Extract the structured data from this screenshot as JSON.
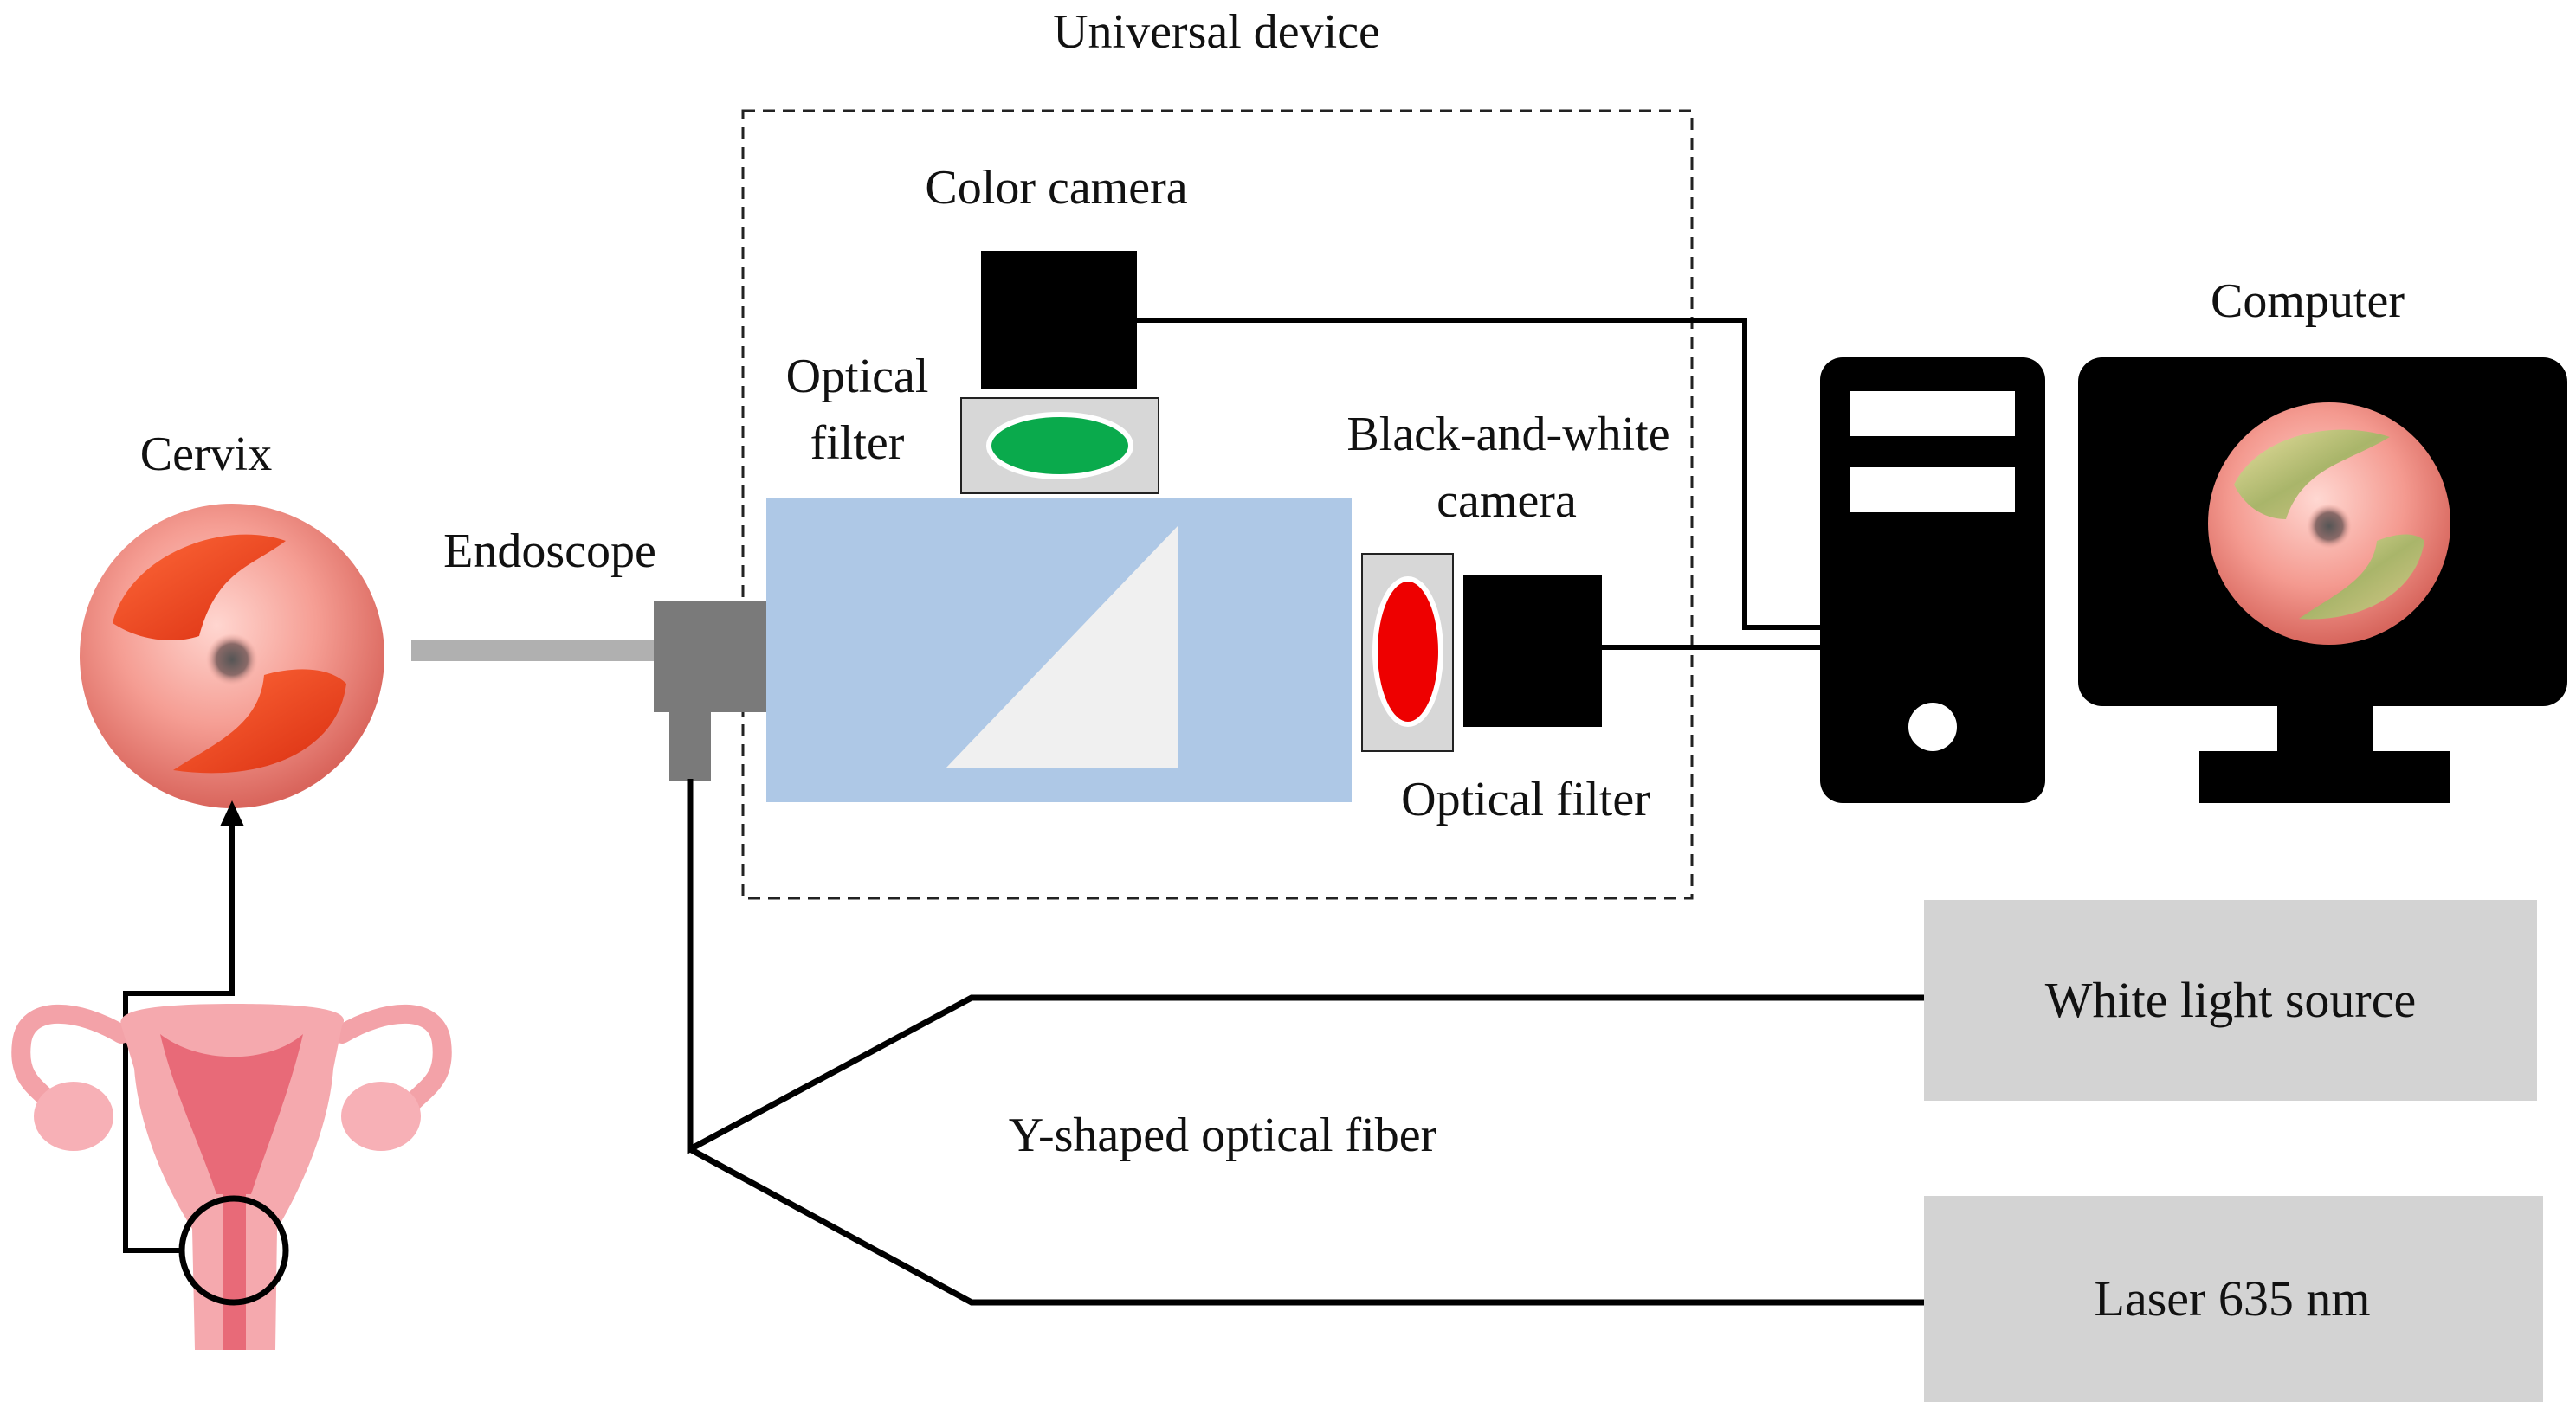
{
  "labels": {
    "universal_device": "Universal device",
    "color_camera": "Color camera",
    "optical_filter_top_line1": "Optical",
    "optical_filter_top_line2": "filter",
    "bw_camera_line1": "Black-and-white",
    "bw_camera_line2": "camera",
    "optical_filter_right": "Optical filter",
    "cervix": "Cervix",
    "endoscope": "Endoscope",
    "computer": "Computer",
    "y_fiber": "Y-shaped optical fiber"
  },
  "sources": {
    "white_light": "White light source",
    "laser": "Laser 635 nm"
  },
  "colors": {
    "beam_splitter": "#aec8e6",
    "green_filter": "#0aaa4c",
    "red_filter": "#ee0000",
    "filter_holder": "#d7d7d7",
    "source_box": "#d3d3d3",
    "cervix_pink": "#f29a92",
    "cervix_lesion": "#e33b1a",
    "uterus_pink": "#f3a2a8",
    "endoscope_gray": "#7a7a7a"
  }
}
